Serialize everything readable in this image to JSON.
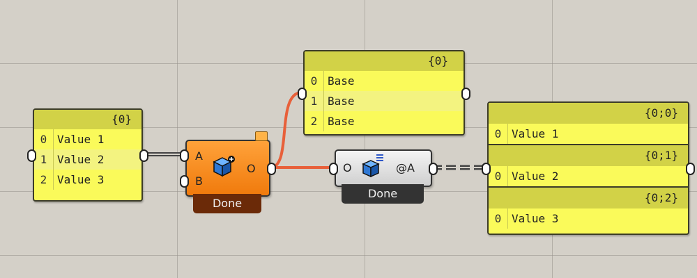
{
  "input_panel": {
    "path": "{0}",
    "rows": [
      {
        "index": "0",
        "value": "Value 1"
      },
      {
        "index": "1",
        "value": "Value 2"
      },
      {
        "index": "2",
        "value": "Value 3"
      }
    ]
  },
  "base_panel": {
    "path": "{0}",
    "rows": [
      {
        "index": "0",
        "value": "Base"
      },
      {
        "index": "1",
        "value": "Base"
      },
      {
        "index": "2",
        "value": "Base"
      }
    ]
  },
  "output_panel": {
    "branches": [
      {
        "path": "{0;0}",
        "index": "0",
        "value": "Value 1"
      },
      {
        "path": "{0;1}",
        "index": "0",
        "value": "Value 2"
      },
      {
        "path": "{0;2}",
        "index": "0",
        "value": "Value 3"
      }
    ]
  },
  "merge_component": {
    "input_a": "A",
    "input_b": "B",
    "output": "O",
    "icon": "cube-plus-icon",
    "status": "Done"
  },
  "explode_component": {
    "input": "O",
    "output": "@A",
    "icon": "cube-list-icon",
    "status": "Done"
  },
  "colors": {
    "canvas": "#d4d0c8",
    "panel_body": "#fafa5a",
    "panel_header": "#d2d247",
    "wire_active": "#e8603a",
    "merge_body": "#f59020"
  }
}
